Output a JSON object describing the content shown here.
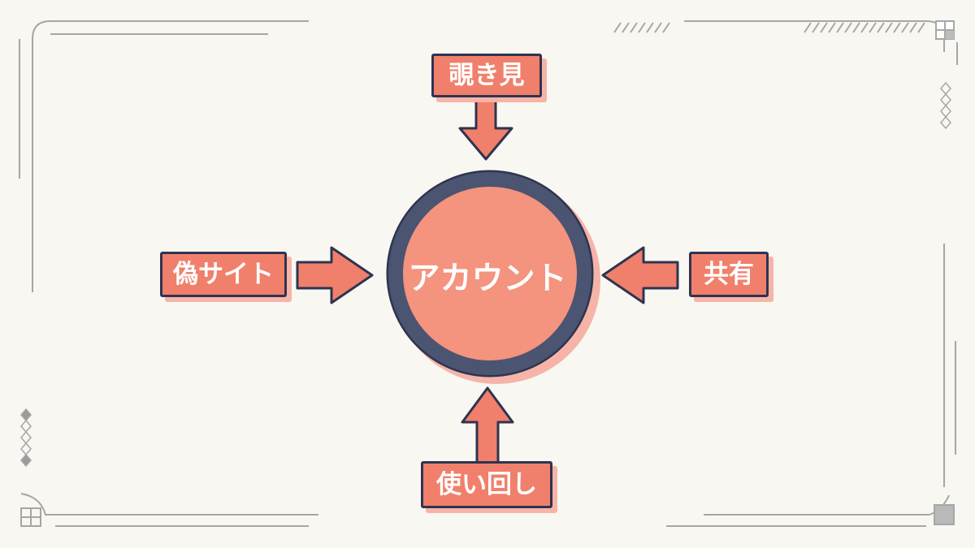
{
  "diagram": {
    "center": {
      "label": "アカウント"
    },
    "inputs": {
      "top": {
        "label": "覗き見"
      },
      "left": {
        "label": "偽サイト"
      },
      "right": {
        "label": "共有"
      },
      "bottom": {
        "label": "使い回し"
      }
    }
  },
  "colors": {
    "background": "#f8f7f1",
    "accent": "#f0806c",
    "accent_light": "#f6b4a8",
    "ring": "#4b5470",
    "outline": "#2e3450",
    "frame": "#a6a6a6"
  }
}
